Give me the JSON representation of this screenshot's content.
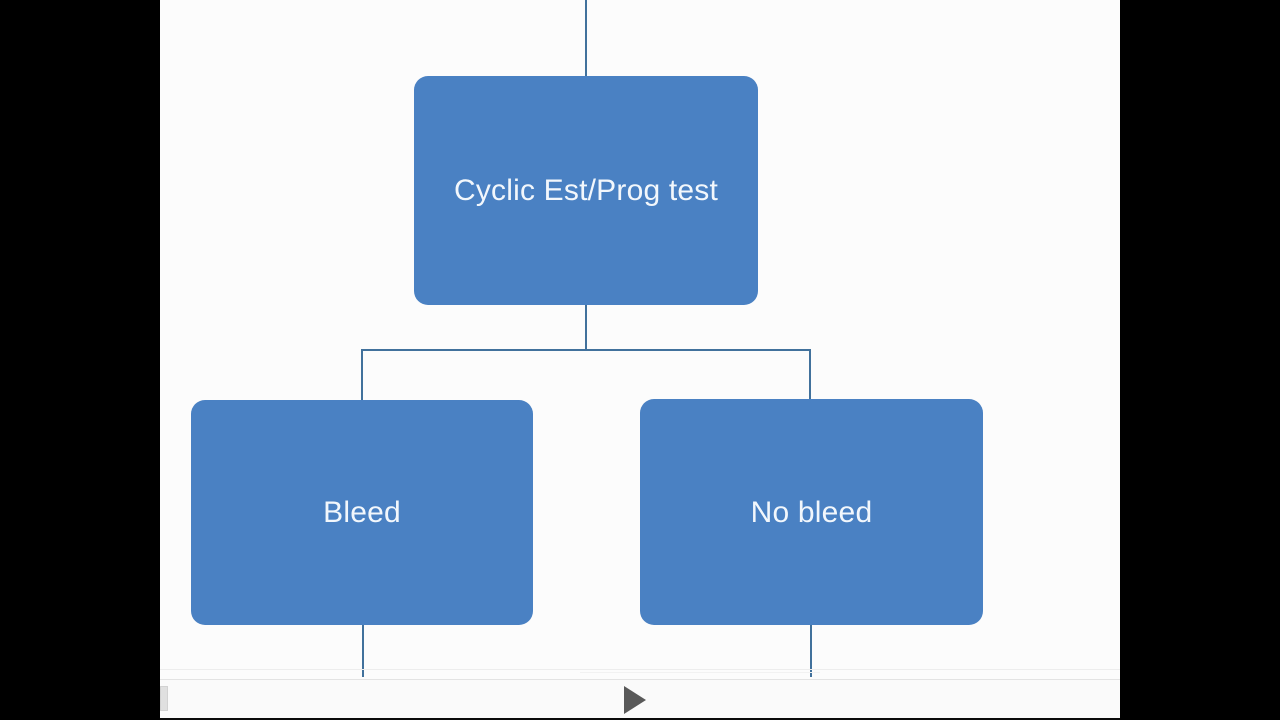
{
  "media": {
    "player_bar": {
      "play_button_label": "Play",
      "play_icon": "play-triangle-icon",
      "handle_icon": "drag-handle"
    },
    "letterbox_color": "#000000",
    "stage_background": "#fcfcfc"
  },
  "diagram": {
    "type": "flowchart",
    "title": "",
    "node_fill_color": "#4a81c3",
    "node_text_color": "#f2f7fc",
    "connector_color": "#41719c",
    "nodes": [
      {
        "id": "root",
        "label": "Cyclic Est/Prog test",
        "level": 0
      },
      {
        "id": "left",
        "label": "Bleed",
        "level": 1
      },
      {
        "id": "right",
        "label": "No bleed",
        "level": 1
      }
    ],
    "edges": [
      {
        "from": "incoming",
        "to": "root"
      },
      {
        "from": "root",
        "to": "left"
      },
      {
        "from": "root",
        "to": "right"
      },
      {
        "from": "left",
        "to": "outgoing"
      },
      {
        "from": "right",
        "to": "outgoing"
      }
    ]
  }
}
